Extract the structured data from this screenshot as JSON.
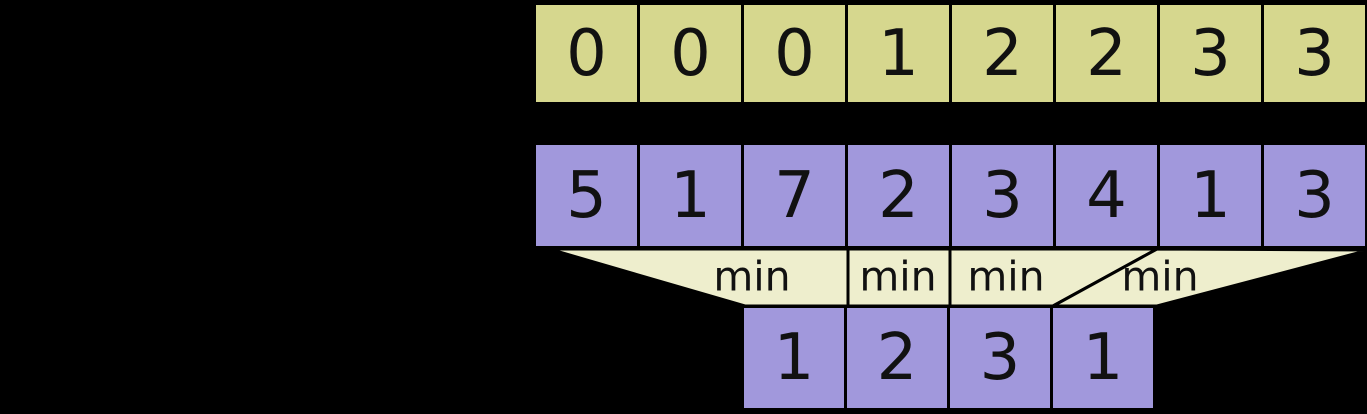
{
  "colors": {
    "background": "#000000",
    "border": "#000000",
    "text": "#111111",
    "block_index_fill": "#d6d78e",
    "array_fill": "#a198dc",
    "block_min_fill": "#a198dc",
    "min_band_fill": "#eeeecd"
  },
  "block_index_row": {
    "values": [
      "0",
      "0",
      "0",
      "1",
      "2",
      "2",
      "3",
      "3"
    ]
  },
  "array_row": {
    "values": [
      "5",
      "1",
      "7",
      "2",
      "3",
      "4",
      "1",
      "3"
    ]
  },
  "min_band": {
    "labels": [
      "min",
      "min",
      "min",
      "min"
    ]
  },
  "block_min_row": {
    "values": [
      "1",
      "2",
      "3",
      "1"
    ]
  }
}
